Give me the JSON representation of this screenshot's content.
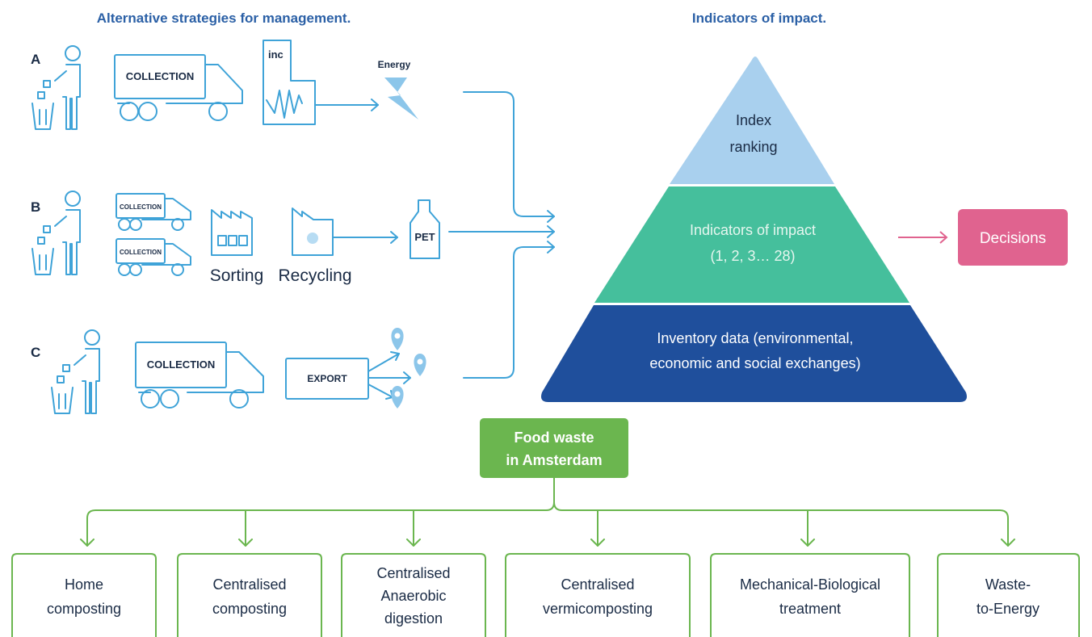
{
  "headers": {
    "left": "Alternative strategies for management.",
    "right": "Indicators of impact."
  },
  "strategies": {
    "a": {
      "letter": "A",
      "truck": "COLLECTION",
      "plant": "inc",
      "output": "Energy"
    },
    "b": {
      "letter": "B",
      "truck_top": "COLLECTION",
      "truck_bottom": "COLLECTION",
      "sorting": "Sorting",
      "recycling": "Recycling",
      "bottle": "PET"
    },
    "c": {
      "letter": "C",
      "truck": "COLLECTION",
      "export": "EXPORT"
    }
  },
  "pyramid": {
    "top": [
      "Index",
      "ranking"
    ],
    "middle": [
      "Indicators of impact",
      "(1, 2, 3… 28)"
    ],
    "bottom": [
      "Inventory data (environmental,",
      "economic and social exchanges)"
    ],
    "decisions": "Decisions"
  },
  "food_waste": {
    "root": [
      "Food waste",
      "in Amsterdam"
    ],
    "options": [
      [
        "Home",
        "composting"
      ],
      [
        "Centralised",
        "composting"
      ],
      [
        "Centralised",
        "Anaerobic",
        "digestion"
      ],
      [
        "Centralised",
        "vermicomposting"
      ],
      [
        "Mechanical-Biological",
        "treatment"
      ],
      [
        "Waste-",
        "to-Energy"
      ]
    ]
  },
  "colors": {
    "icon_blue": "#3fa3d8",
    "header_blue": "#2b60a6",
    "pyramid_top": "#a9d0ee",
    "pyramid_middle": "#45bf9c",
    "pyramid_bottom": "#1f4f9c",
    "decisions": "#e0638f",
    "tree_green": "#6bb64f"
  }
}
